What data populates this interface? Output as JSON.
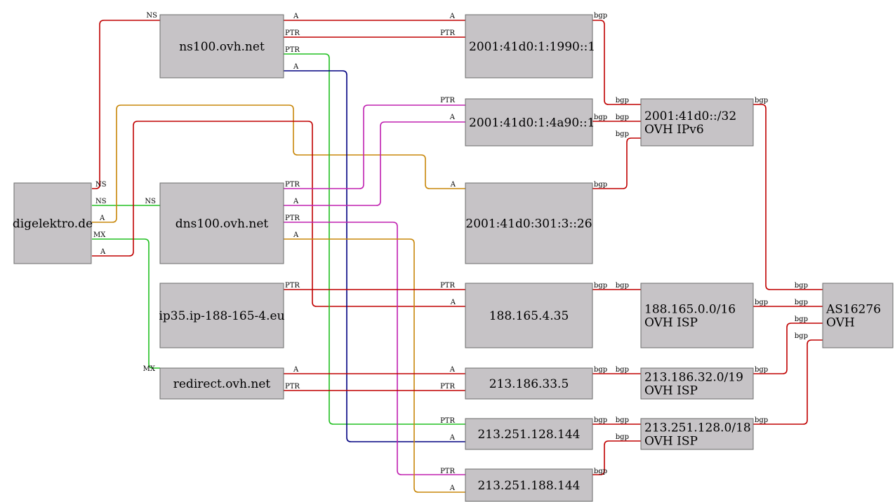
{
  "colors": {
    "red": "#c00000",
    "green": "#22c022",
    "navy": "#000080",
    "magenta": "#c020b0",
    "orange": "#c8870a",
    "node_fill": "#c6c3c6",
    "node_border": "#6b6b6b"
  },
  "nodes": {
    "digelektro": {
      "lines": [
        "digelektro.de"
      ]
    },
    "ns100": {
      "lines": [
        "ns100.ovh.net"
      ]
    },
    "dns100": {
      "lines": [
        "dns100.ovh.net"
      ]
    },
    "ip35": {
      "lines": [
        "ip35.ip-188-165-4.eu"
      ]
    },
    "redirect": {
      "lines": [
        "redirect.ovh.net"
      ]
    },
    "v6_1990": {
      "lines": [
        "2001:41d0:1:1990::1"
      ]
    },
    "v6_4a90": {
      "lines": [
        "2001:41d0:1:4a90::1"
      ]
    },
    "v6_26": {
      "lines": [
        "2001:41d0:301:3::26"
      ]
    },
    "ip_188": {
      "lines": [
        "188.165.4.35"
      ]
    },
    "ip_213_33": {
      "lines": [
        "213.186.33.5"
      ]
    },
    "ip_213_128": {
      "lines": [
        "213.251.128.144"
      ]
    },
    "ip_213_188": {
      "lines": [
        "213.251.188.144"
      ]
    },
    "net_ipv6": {
      "lines": [
        "2001:41d0::/32",
        "OVH IPv6"
      ]
    },
    "net_188": {
      "lines": [
        "188.165.0.0/16",
        "OVH ISP"
      ]
    },
    "net_213_32": {
      "lines": [
        "213.186.32.0/19",
        "OVH ISP"
      ]
    },
    "net_213_128": {
      "lines": [
        "213.251.128.0/18",
        "OVH ISP"
      ]
    },
    "as16276": {
      "lines": [
        "AS16276",
        "OVH"
      ]
    }
  },
  "edges": [
    {
      "id": "de-ns-ns100",
      "color": "red",
      "labels": [
        "NS",
        "NS"
      ]
    },
    {
      "id": "de-ns-dns100",
      "color": "green",
      "labels": [
        "NS",
        "NS"
      ]
    },
    {
      "id": "de-a-v6_26",
      "color": "orange",
      "labels": [
        "A",
        "A"
      ]
    },
    {
      "id": "de-mx-redirect",
      "color": "green",
      "labels": [
        "MX",
        "MX"
      ]
    },
    {
      "id": "de-a-188",
      "color": "red",
      "labels": [
        "A",
        "A"
      ]
    },
    {
      "id": "ns100-a-1990",
      "color": "red",
      "labels": [
        "A",
        "A"
      ]
    },
    {
      "id": "ns100-ptr-1990",
      "color": "red",
      "labels": [
        "PTR",
        "PTR"
      ]
    },
    {
      "id": "ns100-ptr-128",
      "color": "green",
      "labels": [
        "PTR",
        "PTR"
      ]
    },
    {
      "id": "ns100-a-128",
      "color": "navy",
      "labels": [
        "A",
        "A"
      ]
    },
    {
      "id": "dns100-ptr-4a90",
      "color": "magenta",
      "labels": [
        "PTR",
        "PTR"
      ]
    },
    {
      "id": "dns100-a-4a90",
      "color": "magenta",
      "labels": [
        "A",
        "A"
      ]
    },
    {
      "id": "dns100-ptr-188",
      "color": "magenta",
      "labels": [
        "PTR",
        "PTR"
      ]
    },
    {
      "id": "dns100-a-188",
      "color": "orange",
      "labels": [
        "A",
        "A"
      ]
    },
    {
      "id": "ip35-ptr-188",
      "color": "red",
      "labels": [
        "PTR",
        "PTR"
      ]
    },
    {
      "id": "redirect-a-33",
      "color": "red",
      "labels": [
        "A",
        "A"
      ]
    },
    {
      "id": "redirect-ptr-33",
      "color": "red",
      "labels": [
        "PTR",
        "PTR"
      ]
    },
    {
      "id": "1990-bgp-v6",
      "color": "red",
      "labels": [
        "bgp",
        "bgp"
      ]
    },
    {
      "id": "4a90-bgp-v6",
      "color": "red",
      "labels": [
        "bgp",
        "bgp"
      ]
    },
    {
      "id": "26-bgp-v6",
      "color": "red",
      "labels": [
        "bgp",
        "bgp"
      ]
    },
    {
      "id": "v6-bgp-as",
      "color": "red",
      "labels": [
        "bgp",
        "bgp"
      ]
    },
    {
      "id": "188-bgp-net",
      "color": "red",
      "labels": [
        "bgp",
        "bgp"
      ]
    },
    {
      "id": "net188-bgp-as",
      "color": "red",
      "labels": [
        "bgp",
        "bgp"
      ]
    },
    {
      "id": "33-bgp-net",
      "color": "red",
      "labels": [
        "bgp",
        "bgp"
      ]
    },
    {
      "id": "net32-bgp-as",
      "color": "red",
      "labels": [
        "bgp",
        "bgp"
      ]
    },
    {
      "id": "128-bgp-net",
      "color": "red",
      "labels": [
        "bgp",
        "bgp"
      ]
    },
    {
      "id": "188_144-bgp-net",
      "color": "red",
      "labels": [
        "bgp",
        "bgp"
      ]
    },
    {
      "id": "net128-bgp-as",
      "color": "red",
      "labels": [
        "bgp",
        "bgp"
      ]
    }
  ]
}
